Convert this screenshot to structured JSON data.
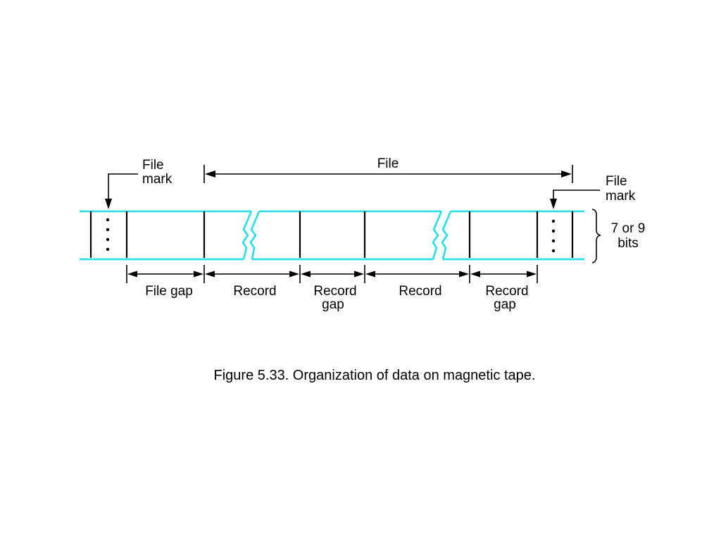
{
  "labels": {
    "file_top": "File",
    "file_mark_left": [
      "File",
      "mark"
    ],
    "file_mark_right": [
      "File",
      "mark"
    ],
    "bits": [
      "7 or 9",
      "bits"
    ],
    "file_gap": "File gap",
    "record_1": "Record",
    "record_gap_1": [
      "Record",
      "gap"
    ],
    "record_2": "Record",
    "record_gap_2": [
      "Record",
      "gap"
    ]
  },
  "caption": "Figure 5.33. Organization of data on magnetic tape.",
  "colors": {
    "tape": "#22dde6",
    "ink": "#000000"
  }
}
